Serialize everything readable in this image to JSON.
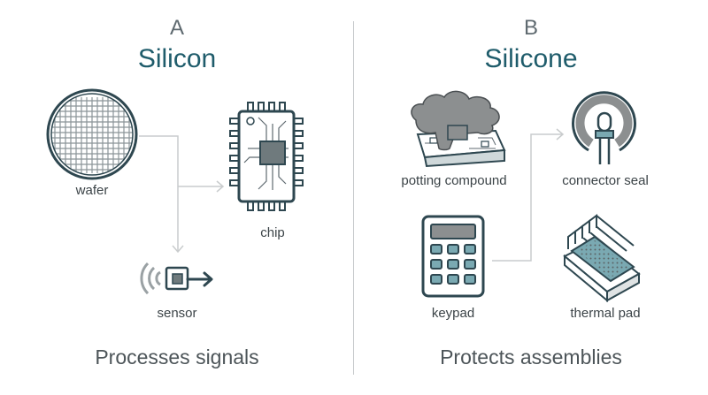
{
  "panel_a": {
    "letter": "A",
    "title": "Silicon",
    "caption": "Processes signals",
    "labels": {
      "wafer": "wafer",
      "chip": "chip",
      "sensor": "sensor"
    }
  },
  "panel_b": {
    "letter": "B",
    "title": "Silicone",
    "caption": "Protects assemblies",
    "labels": {
      "potting": "potting compound",
      "seal": "connector seal",
      "keypad": "keypad",
      "thermal": "thermal pad"
    }
  },
  "colors": {
    "accent": "#1f5c6b",
    "line": "#2e4750",
    "teal": "#7aa9b2",
    "gray": "#8c8f90",
    "connector": "#c9cccd"
  }
}
